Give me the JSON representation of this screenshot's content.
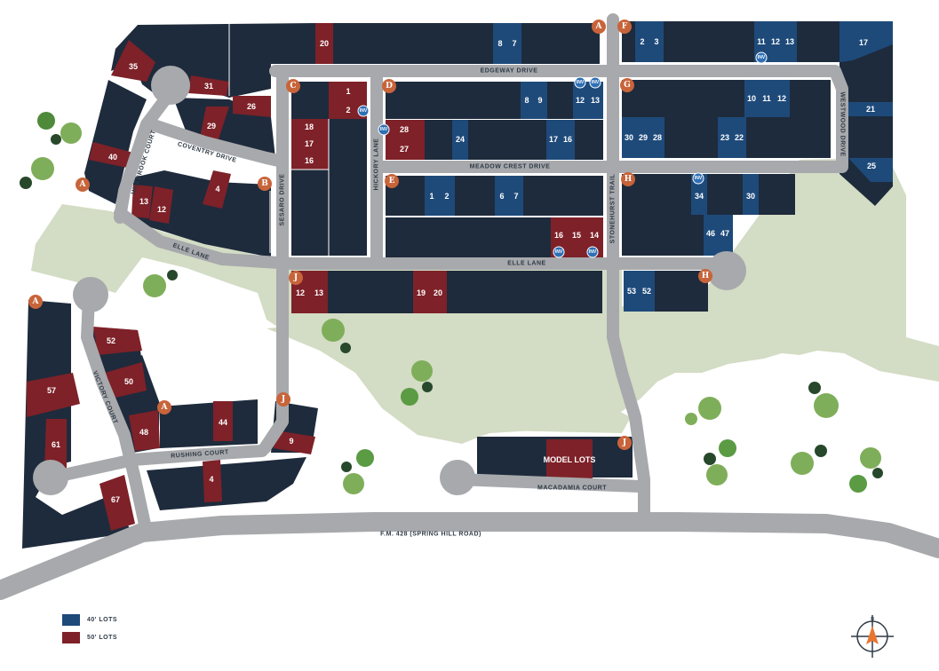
{
  "colors": {
    "lot_40": "#1e4a7a",
    "lot_50": "#7e2128",
    "lot_standard": "#1e2b3c",
    "open_space": "#d3dcc4",
    "road": "#a7a9ac",
    "marker": "#c8643a",
    "inventory": "#2e6fb5"
  },
  "legend": [
    {
      "label": "40' LOTS",
      "color": "#1e4a7a"
    },
    {
      "label": "50' LOTS",
      "color": "#7e2128"
    }
  ],
  "streets": {
    "edgeway": "EDGEWAY DRIVE",
    "meadow_crest": "MEADOW CREST DRIVE",
    "elle_east": "ELLE LANE",
    "elle_west": "ELLE LANE",
    "coventry": "COVENTRY DRIVE",
    "hillbrook": "HILLBROOK COURT",
    "sesaro": "SESARO DRIVE",
    "hickory": "HICKORY LANE",
    "stonehurst": "STONEHURST TRAIL",
    "westwood": "WESTWOOD DRIVE",
    "victory": "VICTORY COURT",
    "rushing": "RUSHING COURT",
    "macadamia": "MACADAMIA COURT",
    "fm428": "F.M. 428 (SPRING HILL ROAD)"
  },
  "model_lots": "MODEL LOTS",
  "inventory_label": "INV",
  "north_label": "N",
  "lots_50": [
    "20",
    "35",
    "31",
    "26",
    "29",
    "40",
    "4",
    "13",
    "12",
    "1",
    "2",
    "18",
    "17",
    "16",
    "28",
    "27",
    "16",
    "15",
    "14",
    "12",
    "13",
    "19",
    "20",
    "52",
    "57",
    "50",
    "48",
    "44",
    "9",
    "61",
    "67",
    "4"
  ],
  "lots_40": [
    "8",
    "7",
    "2",
    "3",
    "11",
    "12",
    "13",
    "17",
    "21",
    "25",
    "8",
    "9",
    "12",
    "13",
    "10",
    "11",
    "12",
    "24",
    "17",
    "16",
    "30",
    "29",
    "28",
    "23",
    "22",
    "1",
    "2",
    "6",
    "7",
    "34",
    "30",
    "46",
    "47",
    "53",
    "52"
  ],
  "markers": [
    "A",
    "F",
    "C",
    "D",
    "G",
    "B",
    "E",
    "H",
    "J",
    "H",
    "A",
    "A",
    "J",
    "J"
  ]
}
